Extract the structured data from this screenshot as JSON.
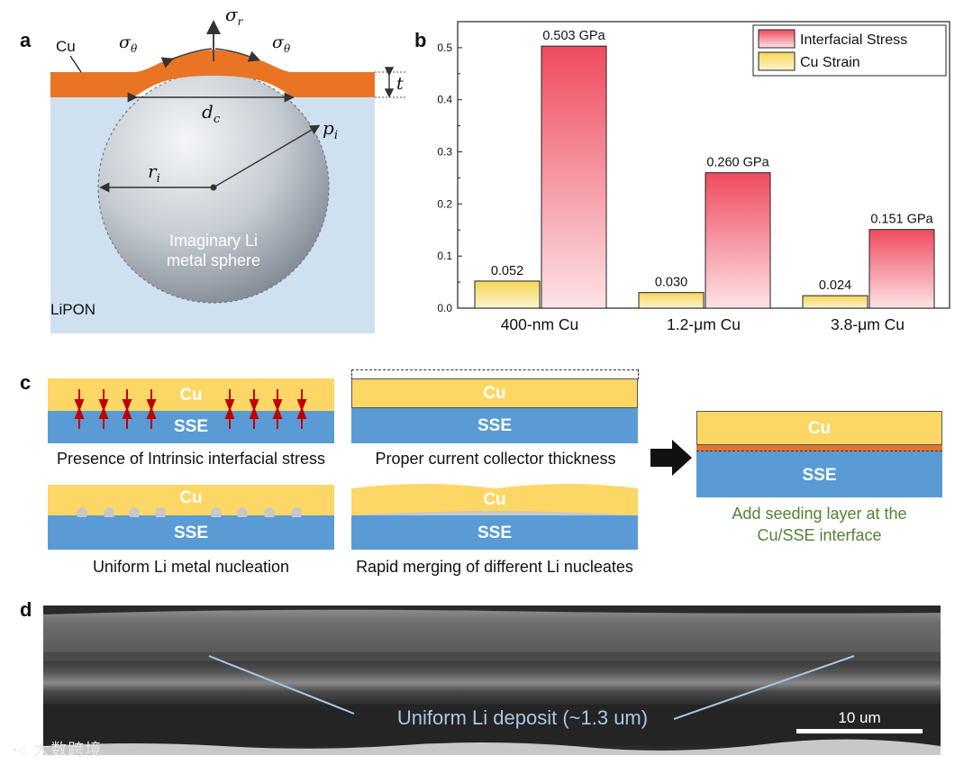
{
  "panel_a": {
    "label": "a",
    "cu": "Cu",
    "lipon": "LiPON",
    "sigma_r": "σ",
    "sigma_r_sub": "r",
    "sigma_theta": "σ",
    "sigma_theta_sub": "θ",
    "t": "t",
    "dc": "d",
    "dc_sub": "c",
    "pi": "p",
    "pi_sub": "i",
    "ri": "r",
    "ri_sub": "i",
    "sphere_line1": "Imaginary Li",
    "sphere_line2": "metal sphere"
  },
  "panel_b": {
    "label": "b",
    "chart_data": {
      "type": "bar",
      "categories": [
        "400-nm Cu",
        "1.2-μm Cu",
        "3.8-μm Cu"
      ],
      "series": [
        {
          "name": "Cu Strain",
          "values": [
            0.052,
            0.03,
            0.024
          ],
          "labels": [
            "0.052",
            "0.030",
            "0.024"
          ],
          "color": "#f6d558"
        },
        {
          "name": "Interfacial Stress",
          "values": [
            0.503,
            0.26,
            0.151
          ],
          "labels": [
            "0.503 GPa",
            "0.260 GPa",
            "0.151 GPa"
          ],
          "color": "#ef4a5e"
        }
      ],
      "ylim": [
        0,
        0.55
      ],
      "yticks": [
        "0.0",
        "0.1",
        "0.2",
        "0.3",
        "0.4",
        "0.5"
      ],
      "legend": "top-right"
    }
  },
  "panel_c": {
    "label": "c",
    "cu": "Cu",
    "sse": "SSE",
    "cap1": "Presence of Intrinsic interfacial stress",
    "cap2": "Proper current collector thickness",
    "cap3": "Uniform Li metal nucleation",
    "cap4": "Rapid merging of different Li nucleates",
    "result_line1": "Add seeding layer at the",
    "result_line2": "Cu/SSE interface",
    "colors": {
      "cu": "#fdd765",
      "sse": "#5a9bd5",
      "seed": "#e0762f",
      "arrow": "#c00000",
      "caption_green": "#548235"
    }
  },
  "panel_d": {
    "label": "d",
    "annotation": "Uniform Li deposit (~1.3 um)",
    "scale": "10 um"
  },
  "watermark": "大数跨境"
}
